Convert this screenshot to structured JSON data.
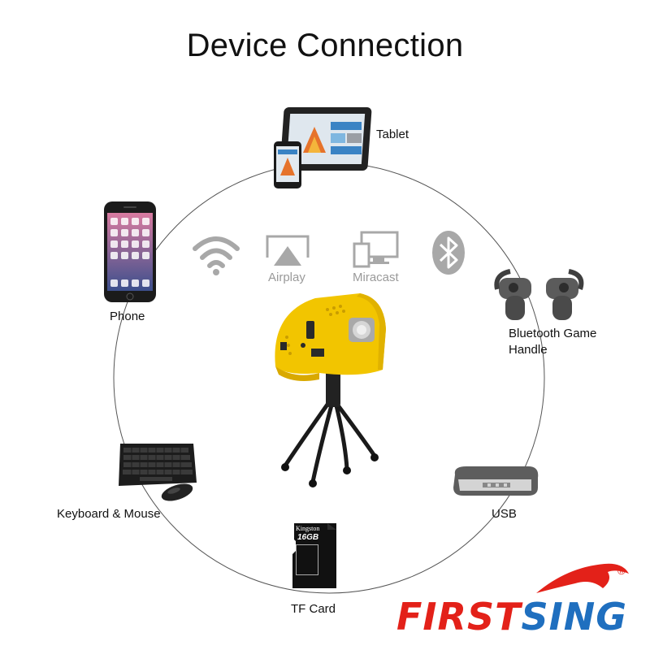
{
  "title": "Device Connection",
  "devices": {
    "tablet": "Tablet",
    "phone": "Phone",
    "game_handle_line1": "Bluetooth Game",
    "game_handle_line2": "Handle",
    "keyboard_mouse": "Keyboard & Mouse",
    "usb": "USB",
    "tf_card": "TF Card"
  },
  "protocols": {
    "airplay": "Airplay",
    "miracast": "Miracast"
  },
  "tf_card_print": {
    "brand": "Kingston",
    "capacity": "16GB"
  },
  "brand": {
    "first": "FIRST",
    "sing": "SING",
    "registered": "®"
  },
  "colors": {
    "projector": "#f2c500",
    "brand_red": "#e32119",
    "brand_blue": "#1f6fbf",
    "protocol_icon": "#a8a8a8"
  }
}
